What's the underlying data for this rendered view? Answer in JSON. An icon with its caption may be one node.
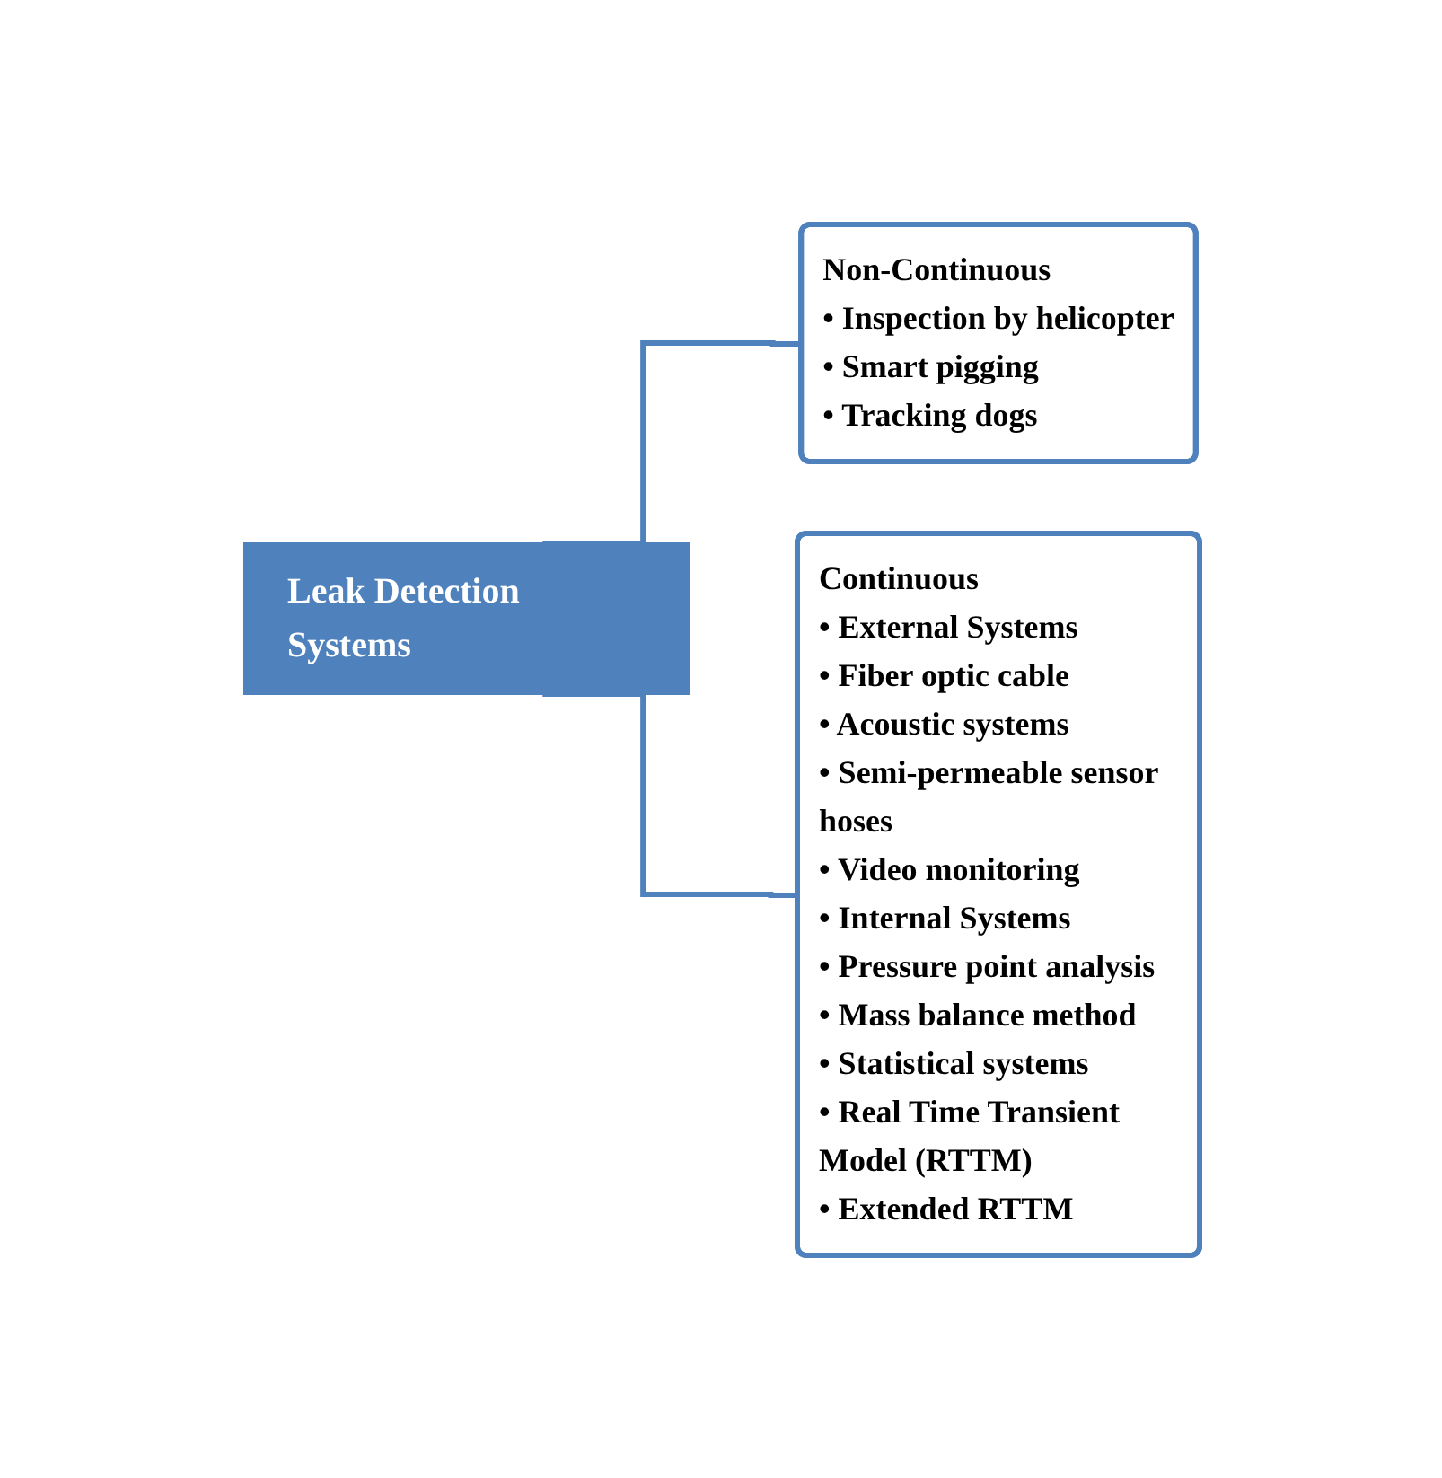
{
  "diagram": {
    "nodes": [
      {
        "text": [
          "Leak Detection Systems"
        ]
      },
      {
        "text": [
          "Non-Continuous",
          "• Inspection by helicopter",
          "• Smart pigging",
          "• Tracking dogs"
        ]
      },
      {
        "text": [
          "Continuous",
          "• External Systems",
          "• Fiber optic cable",
          "• Acoustic systems",
          "• Semi-permeable sensor hoses",
          "• Video monitoring",
          "• Internal Systems",
          "• Pressure point analysis",
          "• Mass balance method",
          "• Statistical systems",
          "• Real Time Transient Model (RTTM)",
          "• Extended RTTM"
        ]
      }
    ],
    "edges": [
      {
        "from": 0,
        "to": 1,
        "arrow": "none"
      },
      {
        "from": 0,
        "to": 2,
        "arrow": "none"
      }
    ]
  }
}
